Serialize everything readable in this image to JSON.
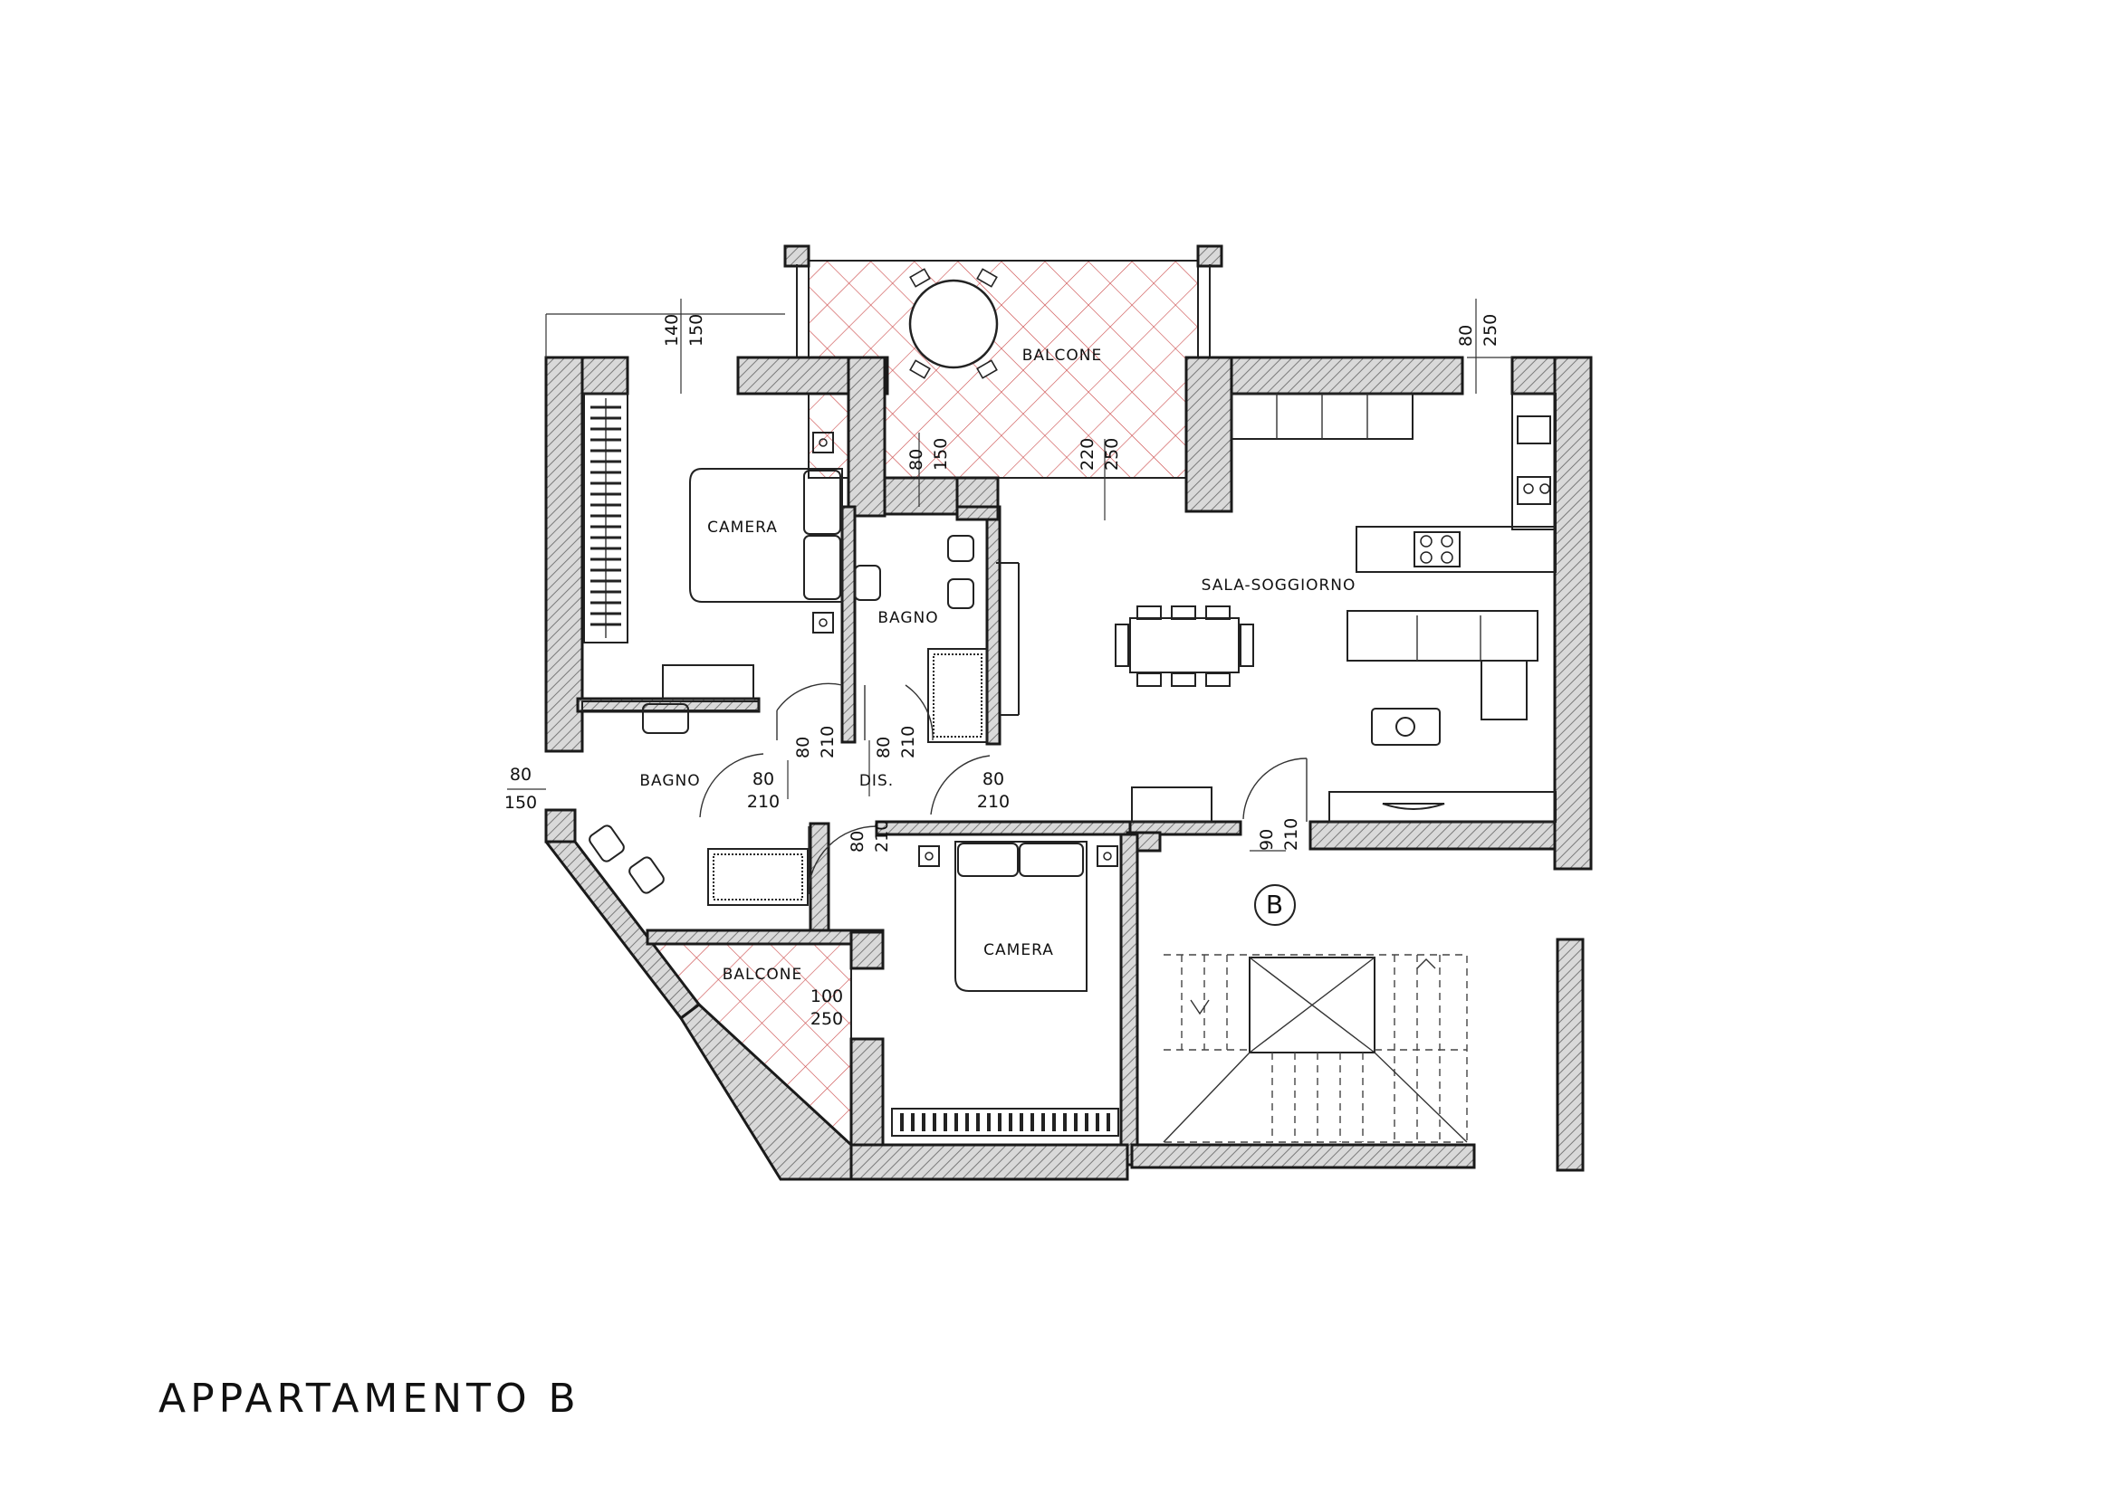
{
  "title": "APPARTAMENTO B",
  "rooms": {
    "balcone_top": "BALCONE",
    "camera_top": "CAMERA",
    "bagno_top": "BAGNO",
    "sala": "SALA-SOGGIORNO",
    "bagno_left": "BAGNO",
    "dis": "DIS.",
    "camera_bottom": "CAMERA",
    "balcone_bottom": "BALCONE"
  },
  "stair_marker": "B",
  "dims": {
    "d1_a": "140",
    "d1_b": "150",
    "d2_a": "80",
    "d2_b": "250",
    "d3_a": "80",
    "d3_b": "150",
    "d4_a": "220",
    "d4_b": "250",
    "d5_a": "80",
    "d5_b": "210",
    "d6_a": "80",
    "d6_b": "210",
    "d7_a": "80",
    "d7_b": "150",
    "d8_a": "80",
    "d8_b": "210",
    "d9_a": "80",
    "d9_b": "210",
    "d10_a": "80",
    "d10_b": "210",
    "d11_a": "90",
    "d11_b": "210",
    "d12_a": "100",
    "d12_b": "250"
  }
}
